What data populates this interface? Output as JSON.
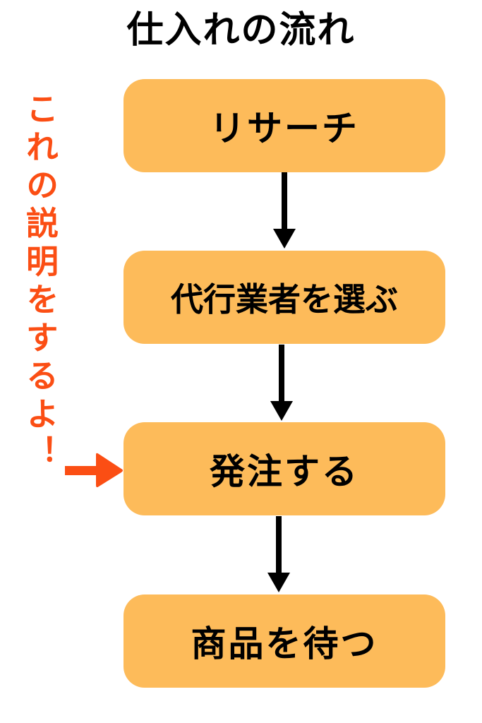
{
  "title": "仕入れの流れ",
  "steps": [
    {
      "label": "リサーチ"
    },
    {
      "label": "代行業者を選ぶ"
    },
    {
      "label": "発注する"
    },
    {
      "label": "商品を待つ"
    }
  ],
  "annotation": {
    "text": "これの説明をするよ！",
    "points_to_step": 3
  },
  "colors": {
    "step_fill": "#fdbb5a",
    "annotation": "#fb4e14",
    "text": "#000000"
  }
}
